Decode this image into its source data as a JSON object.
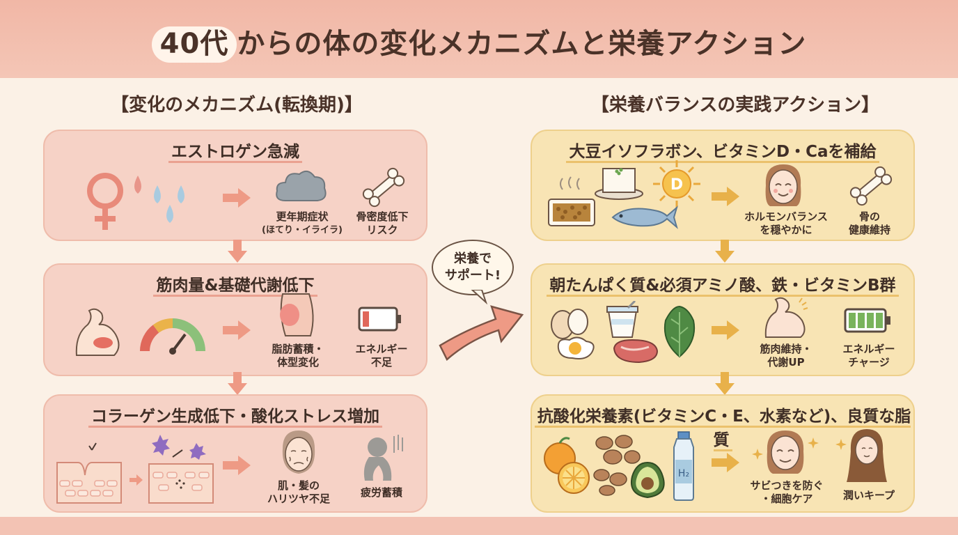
{
  "title": {
    "highlight": "40代",
    "rest": "からの体の変化メカニズムと栄養アクション"
  },
  "left": {
    "heading": "【変化のメカニズム(転換期)】",
    "panels": [
      {
        "title": "エストロゲン急減",
        "items": [
          {
            "line1": "更年期症状",
            "line2": "(ほてり・イライラ)"
          },
          {
            "line1": "骨密度低下",
            "line2": "リスク"
          }
        ]
      },
      {
        "title": "筋肉量&基礎代謝低下",
        "items": [
          {
            "line1": "脂肪蓄積・",
            "line2": "体型変化"
          },
          {
            "line1": "エネルギー",
            "line2": "不足"
          }
        ]
      },
      {
        "title": "コラーゲン生成低下・酸化ストレス増加",
        "items": [
          {
            "line1": "肌・髪の",
            "line2": "ハリツヤ不足"
          },
          {
            "line1": "疲労蓄積",
            "line2": ""
          }
        ]
      }
    ]
  },
  "bubble": "栄養で\nサポート!",
  "right": {
    "heading": "【栄養バランスの実践アクション】",
    "panels": [
      {
        "title": "大豆イソフラボン、ビタミンD・Caを補給",
        "vitamin_letter": "D",
        "items": [
          {
            "line1": "ホルモンバランス",
            "line2": "を穏やかに"
          },
          {
            "line1": "骨の",
            "line2": "健康維持"
          }
        ]
      },
      {
        "title": "朝たんぱく質&必須アミノ酸、鉄・ビタミンB群",
        "items": [
          {
            "line1": "筋肉維持・",
            "line2": "代謝UP"
          },
          {
            "line1": "エネルギー",
            "line2": "チャージ"
          }
        ]
      },
      {
        "title": "抗酸化栄養素(ビタミンC・E、水素など)、良質な脂質",
        "bottle_label": "H₂",
        "items": [
          {
            "line1": "サビつきを防ぐ",
            "line2": "・細胞ケア"
          },
          {
            "line1": "潤いキープ",
            "line2": ""
          }
        ]
      }
    ]
  },
  "colors": {
    "pink_panel": "#f6d2c6",
    "yellow_panel": "#f8e4b4",
    "arrow_pink": "#ee9a85",
    "arrow_yellow": "#e8b14a",
    "header_band": "#f1b7a6"
  },
  "icons": [
    "female-symbol-icon",
    "droplets-icon",
    "cloud-icon",
    "bone-icon",
    "flexed-arm-icon",
    "gauge-icon",
    "belly-icon",
    "battery-low-icon",
    "skin-layer-icon",
    "free-radical-icon",
    "aging-face-icon",
    "tired-person-icon",
    "natto-icon",
    "tofu-icon",
    "sun-vitamin-icon",
    "fish-icon",
    "smiling-woman-icon",
    "eggs-icon",
    "yogurt-icon",
    "spinach-icon",
    "meat-icon",
    "battery-full-icon",
    "orange-icon",
    "nuts-icon",
    "avocado-icon",
    "water-bottle-icon",
    "glowing-face-icon",
    "long-hair-woman-icon"
  ]
}
